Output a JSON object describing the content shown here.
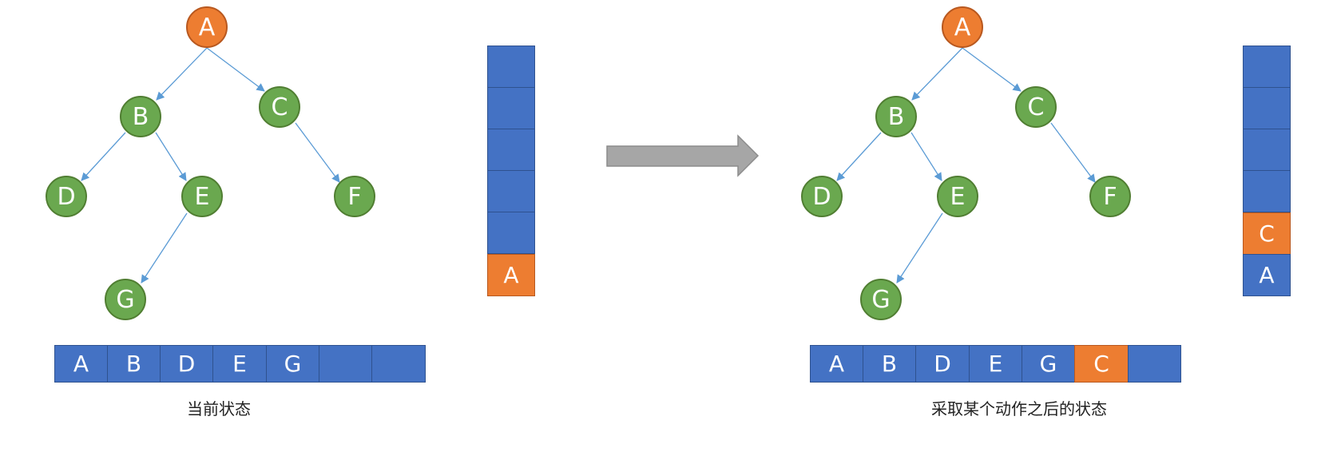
{
  "colors": {
    "node_green": "#6aa84f",
    "node_orange": "#ed7d31",
    "cell_blue": "#4472c4",
    "cell_orange": "#ed7d31",
    "edge": "#5b9bd5",
    "arrow_gray": "#a6a6a6"
  },
  "left_panel": {
    "tree_nodes": {
      "a": "A",
      "b": "B",
      "c": "C",
      "d": "D",
      "e": "E",
      "f": "F",
      "g": "G"
    },
    "stack": [
      "",
      "",
      "",
      "",
      "",
      "A"
    ],
    "sequence": [
      "A",
      "B",
      "D",
      "E",
      "G",
      "",
      ""
    ],
    "caption": "当前状态"
  },
  "right_panel": {
    "tree_nodes": {
      "a": "A",
      "b": "B",
      "c": "C",
      "d": "D",
      "e": "E",
      "f": "F",
      "g": "G"
    },
    "stack": [
      "",
      "",
      "",
      "",
      "C",
      "A"
    ],
    "sequence": [
      "A",
      "B",
      "D",
      "E",
      "G",
      "C",
      ""
    ],
    "caption": "采取某个动作之后的状态"
  }
}
